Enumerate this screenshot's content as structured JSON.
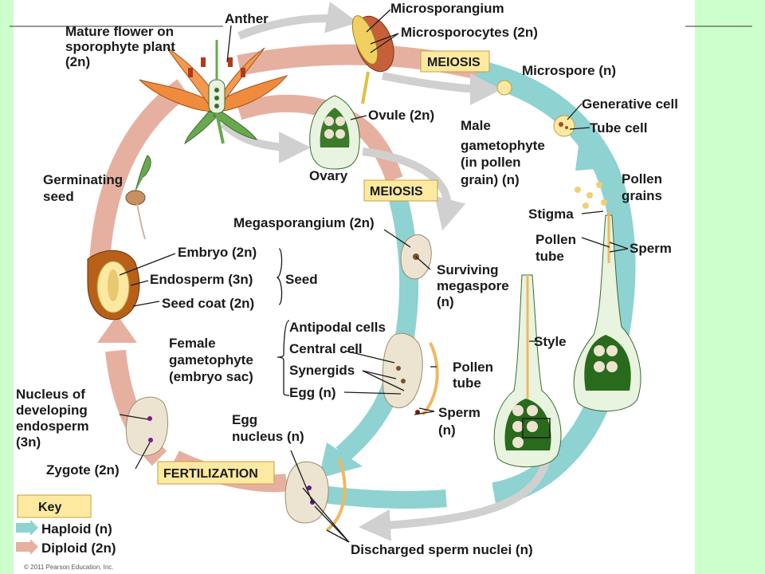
{
  "labels": {
    "anther": "Anther",
    "mature_flower": [
      "Mature flower on",
      "sporophyte plant",
      "(2n)"
    ],
    "microsporangium": "Microsporangium",
    "microsporocytes": "Microsporocytes (2n)",
    "meiosis_top": "MEIOSIS",
    "microspore": "Microspore (n)",
    "generative_cell": "Generative cell",
    "tube_cell": "Tube cell",
    "ovule": "Ovule (2n)",
    "male_gametophyte": [
      "Male",
      "gametophyte",
      "(in pollen",
      "grain) (n)"
    ],
    "ovary": "Ovary",
    "meiosis_mid": "MEIOSIS",
    "pollen_grains": [
      "Pollen",
      "grains"
    ],
    "germinating_seed": [
      "Germinating",
      "seed"
    ],
    "stigma": "Stigma",
    "megasporangium": "Megasporangium (2n)",
    "pollen_tube_right": [
      "Pollen",
      "tube"
    ],
    "sperm_right": "Sperm",
    "embryo": "Embryo (2n)",
    "endosperm": "Endosperm (3n)",
    "seed": "Seed",
    "seed_coat": "Seed coat (2n)",
    "surviving_megaspore": [
      "Surviving",
      "megaspore",
      "(n)"
    ],
    "antipodal_cells": "Antipodal cells",
    "female_gametophyte": [
      "Female",
      "gametophyte",
      "(embryo sac)"
    ],
    "central_cell": "Central cell",
    "synergids": "Synergids",
    "egg": "Egg (n)",
    "style": "Style",
    "pollen_tube_mid": [
      "Pollen",
      "tube"
    ],
    "sperm_mid": [
      "Sperm",
      "(n)"
    ],
    "nucleus_endosperm": [
      "Nucleus of",
      "developing",
      "endosperm",
      "(3n)"
    ],
    "egg_nucleus": [
      "Egg",
      "nucleus (n)"
    ],
    "zygote": "Zygote (2n)",
    "fertilization": "FERTILIZATION",
    "key": "Key",
    "haploid": "Haploid (n)",
    "diploid": "Diploid (2n)",
    "discharged_sperm": "Discharged sperm nuclei (n)",
    "copyright": "© 2011 Pearson Education, Inc."
  },
  "colors": {
    "haploid": "#8ed2d2",
    "diploid": "#e6b0a0",
    "flower": "#f08a3c",
    "label_box": "#fde9a0",
    "background": "#ccffcc"
  }
}
